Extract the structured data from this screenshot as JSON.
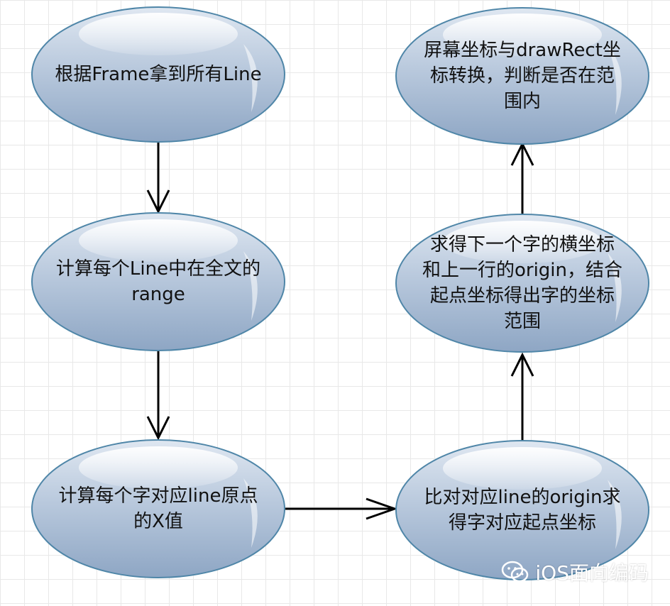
{
  "nodes": {
    "frame_lines": {
      "text": "根据Frame拿到所有Line"
    },
    "line_range": {
      "text": "计算每个Line中在全文的\nrange"
    },
    "char_x": {
      "text": "计算每个字对应line原点\n的X值"
    },
    "origin_compare": {
      "text": "比对对应line的origin求\n得字对应起点坐标"
    },
    "char_rect": {
      "text": "求得下一个字的横坐标\n和上一行的origin，结合\n起点坐标得出字的坐标\n范围"
    },
    "convert_check": {
      "text": "屏幕坐标与drawRect坐\n标转换，判断是否在范\n围内"
    }
  },
  "watermark": {
    "text": "iOS面向编码"
  },
  "colors": {
    "node_fill_top": "#c9d6e6",
    "node_fill_bottom": "#8ea6c4",
    "node_stroke": "#4f86a8",
    "arrow": "#000000"
  }
}
